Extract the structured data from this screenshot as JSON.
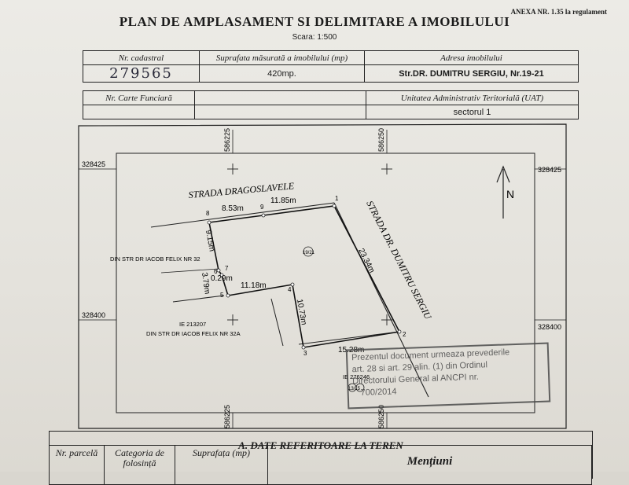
{
  "header": {
    "annex": "ANEXA NR. 1.35 la regulament",
    "title": "PLAN DE AMPLASAMENT SI DELIMITARE A IMOBILULUI",
    "scale": "Scara: 1:500"
  },
  "info_table": {
    "nr_cadastral_label": "Nr. cadastral",
    "nr_cadastral_value": "279565",
    "suprafata_label": "Suprafata măsurată a imobilului (mp)",
    "suprafata_value": "420mp.",
    "adresa_label": "Adresa imobilului",
    "adresa_value": "Str.DR. DUMITRU SERGIU,  Nr.19-21",
    "carte_funciara_label": "Nr. Carte Funciară",
    "carte_funciara_value": "",
    "uat_label": "Unitatea Administrativ Teritorială (UAT)",
    "uat_value": "sectorul 1"
  },
  "plan": {
    "grid_labels": {
      "x_left": "586225",
      "x_right": "586250",
      "y_top": "328425",
      "y_bottom": "328400"
    },
    "streets": {
      "north": "STRADA DRAGOSLAVELE",
      "east": "STRADA DR. DUMITRU SERGIU"
    },
    "north_letter": "N",
    "parcel_id": "19/21",
    "neighbours": {
      "west_top": "DIN STR DR IACOB FELIX NR 32",
      "west_bottom_ie": "IE 213207",
      "west_bottom": "DIN STR DR IACOB FELIX NR 32A",
      "south_ie": "IE 276246",
      "south_id": "13/15"
    },
    "points": [
      "1",
      "2",
      "3",
      "4",
      "5",
      "6",
      "7",
      "8",
      "9"
    ],
    "dimensions": {
      "d_8_9": "8.53m",
      "d_9_1": "11.85m",
      "d_8_6": "9.15m",
      "d_6_7": "0.29m",
      "d_7_5": "3.79m",
      "d_5_4": "11.18m",
      "d_4_3": "10.73m",
      "d_1_2": "23.34m",
      "d_3_2": "15.28m"
    }
  },
  "stamp": {
    "line1": "Prezentul document urmeaza prevederile",
    "line2": "art. 28  si  art. 29 alin. (1) din Ordinul",
    "line3": "Directorului   General  al  ANCPI  nr.",
    "line4": "700/2014"
  },
  "section_a": {
    "title": "A. DATE REFERITOARE LA TEREN",
    "col_nr": "Nr. parcelă",
    "col_categoria": "Categoria de folosință",
    "col_suprafata": "Suprafața (mp)",
    "col_mentiuni": "Mențiuni"
  }
}
